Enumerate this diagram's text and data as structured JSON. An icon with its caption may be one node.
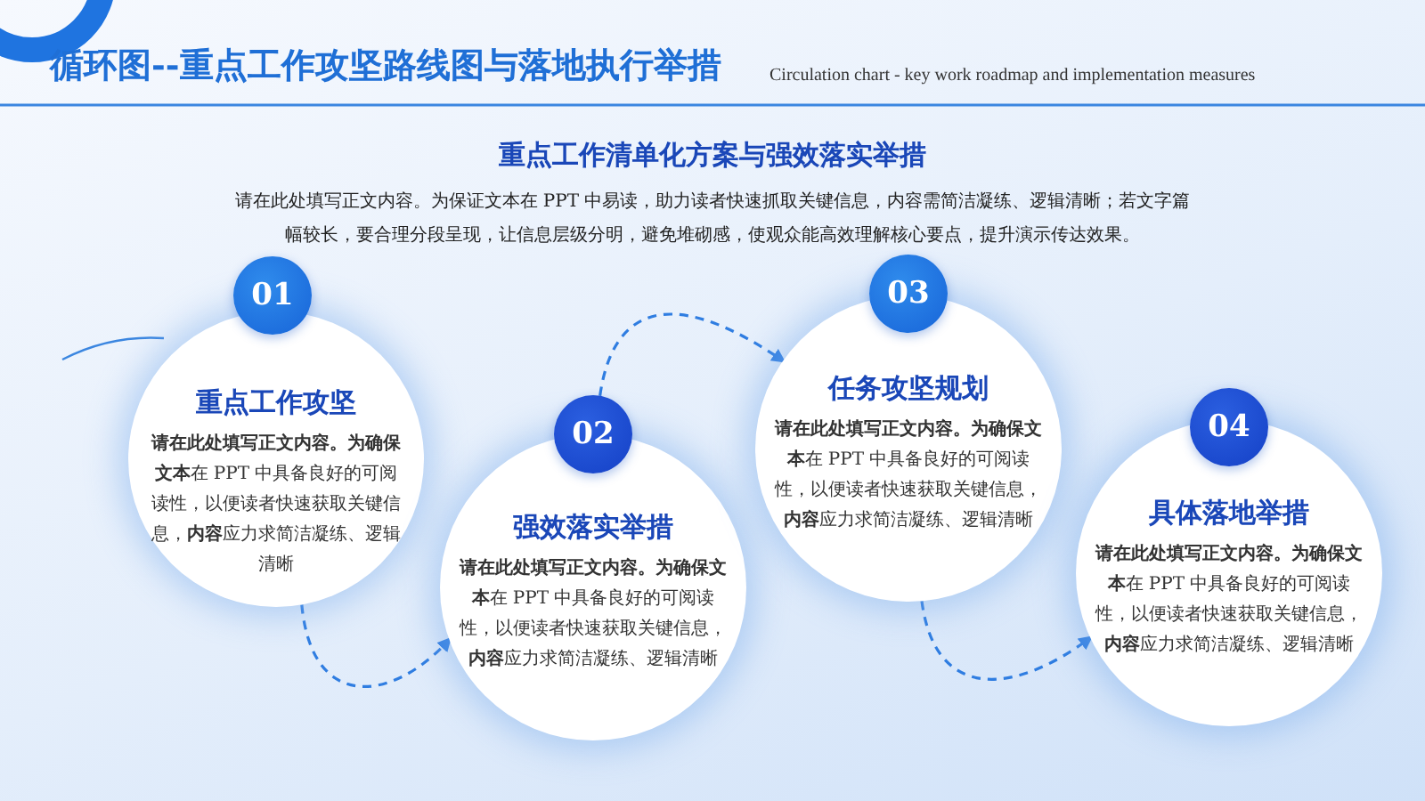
{
  "diagram": {
    "title": "循环图--重点工作攻坚路线图与落地执行举措",
    "nodes": [
      {
        "text": [
          "01"
        ]
      },
      {
        "text": [
          "重点工作攻坚",
          "**请在此处填写正文内容。为确保文本**在 PPT 中具备良好的可阅读性，以便读者快速获取关键信息，**内容**应力求简洁凝练、逻辑清晰"
        ]
      },
      {
        "text": [
          "02"
        ]
      },
      {
        "text": [
          "强效落实举措",
          "**请在此处填写正文内容。为确保文本**在 PPT 中具备良好的可阅读性，以便读者快速获取关键信息，**内容**应力求简洁凝练、逻辑清晰"
        ]
      },
      {
        "text": [
          "03"
        ]
      },
      {
        "text": [
          "任务攻坚规划",
          "**请在此处填写正文内容。为确保文本**在 PPT 中具备良好的可阅读性，以便读者快速获取关键信息，**内容**应力求简洁凝练、逻辑清晰"
        ]
      },
      {
        "text": [
          "04"
        ]
      },
      {
        "text": [
          "具体落地举措",
          "**请在此处填写正文内容。为确保文本**在 PPT 中具备良好的可阅读性，以便读者快速获取关键信息，**内容**应力求简洁凝练、逻辑清晰"
        ]
      }
    ],
    "edges": [
      {
        "from": 1,
        "to": 3,
        "arrow": "to",
        "style": "dashed"
      },
      {
        "from": 2,
        "to": 5,
        "arrow": "to",
        "style": "dashed"
      },
      {
        "from": 5,
        "to": 7,
        "arrow": "to",
        "style": "dashed"
      }
    ],
    "labels": [
      "Circulation chart - key work roadmap and implementation measures",
      "重点工作清单化方案与强效落实举措",
      "请在此处填写正文内容。为保证文本在 PPT 中易读，助力读者快速抓取关键信息，内容需简洁凝练、逻辑清晰；若文字篇幅较长，要合理分段呈现，让信息层级分明，避免堆砌感，使观众能高效理解核心要点，提升演示传达效果。"
    ]
  }
}
